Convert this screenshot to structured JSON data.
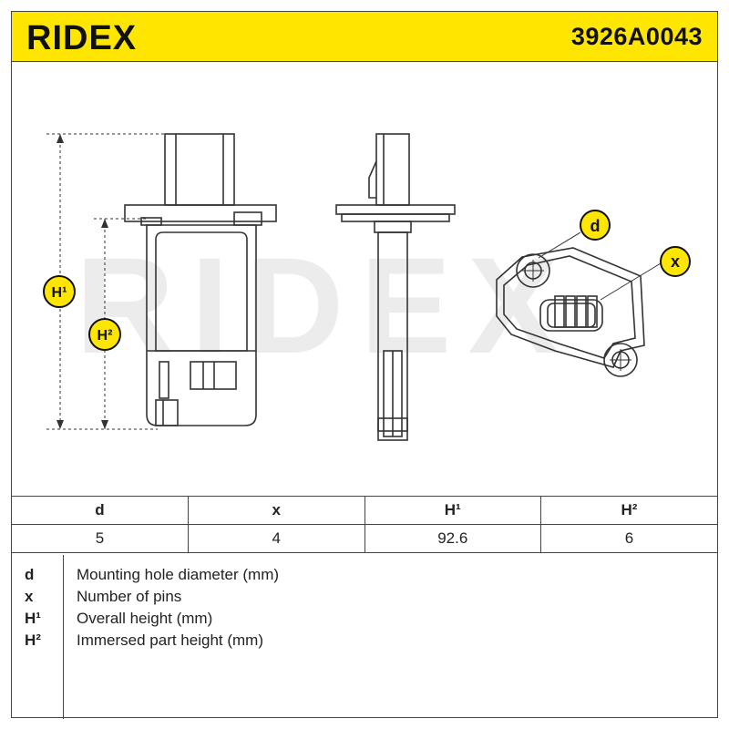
{
  "header": {
    "brand": "RIDEX",
    "part_number": "3926A0043"
  },
  "drawing": {
    "watermark": "RIDEX",
    "labels": {
      "d": "d",
      "x": "x",
      "h1": "H¹",
      "h2": "H²"
    }
  },
  "table": {
    "headers": [
      "d",
      "x",
      "H¹",
      "H²"
    ],
    "values": [
      "5",
      "4",
      "92.6",
      "6"
    ]
  },
  "legend": [
    {
      "key": "d",
      "text": "Mounting hole diameter (mm)"
    },
    {
      "key": "x",
      "text": "Number of pins"
    },
    {
      "key": "H¹",
      "text": "Overall height (mm)"
    },
    {
      "key": "H²",
      "text": "Immersed part height (mm)"
    }
  ],
  "colors": {
    "brand_yellow": "#ffe600",
    "line": "#333333",
    "watermark": "#ececec"
  }
}
